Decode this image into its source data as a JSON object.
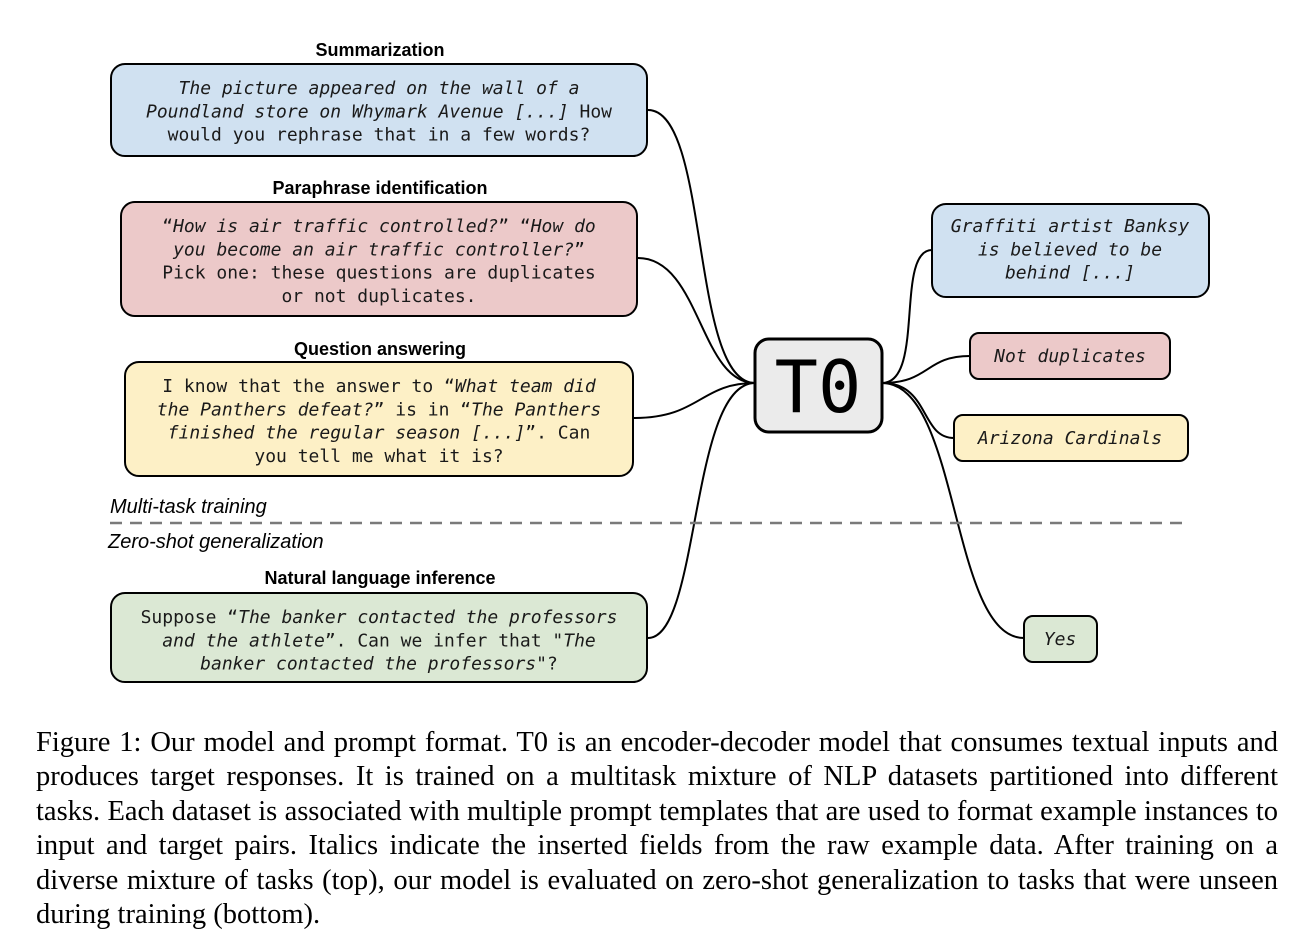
{
  "sections": {
    "training": "Multi-task training",
    "zero_shot": "Zero-shot generalization"
  },
  "model": {
    "name": "T0"
  },
  "inputs": [
    {
      "task": "Summarization",
      "lines": [
        [
          {
            "t": "The picture appeared on the wall of a",
            "i": true
          }
        ],
        [
          {
            "t": "Poundland store on Whymark Avenue [...]",
            "i": true
          },
          {
            "t": " How",
            "i": false
          }
        ],
        [
          {
            "t": "would you rephrase that in a few words?",
            "i": false
          }
        ]
      ],
      "color": "#d0e1f1"
    },
    {
      "task": "Paraphrase identification",
      "lines": [
        [
          {
            "t": "“",
            "i": false
          },
          {
            "t": "How is air traffic controlled?",
            "i": true
          },
          {
            "t": "” “",
            "i": false
          },
          {
            "t": "How do",
            "i": true
          }
        ],
        [
          {
            "t": "you become an air traffic controller?",
            "i": true
          },
          {
            "t": "”",
            "i": false
          }
        ],
        [
          {
            "t": "Pick one: these questions are duplicates",
            "i": false
          }
        ],
        [
          {
            "t": "or not duplicates.",
            "i": false
          }
        ]
      ],
      "color": "#ecc9c9"
    },
    {
      "task": "Question answering",
      "lines": [
        [
          {
            "t": "I know that the answer to “",
            "i": false
          },
          {
            "t": "What team did",
            "i": true
          }
        ],
        [
          {
            "t": "the Panthers defeat?",
            "i": true
          },
          {
            "t": "” is in “",
            "i": false
          },
          {
            "t": "The Panthers",
            "i": true
          }
        ],
        [
          {
            "t": "finished the regular season [...]",
            "i": true
          },
          {
            "t": "”. Can",
            "i": false
          }
        ],
        [
          {
            "t": "you tell me what it is?",
            "i": false
          }
        ]
      ],
      "color": "#fdf0c6"
    },
    {
      "task": "Natural language inference",
      "lines": [
        [
          {
            "t": "Suppose “",
            "i": false
          },
          {
            "t": "The banker contacted the professors",
            "i": true
          }
        ],
        [
          {
            "t": "and the athlete",
            "i": true
          },
          {
            "t": "”. Can we infer that \"",
            "i": false
          },
          {
            "t": "The",
            "i": true
          }
        ],
        [
          {
            "t": "banker contacted the professors",
            "i": true
          },
          {
            "t": "\"?",
            "i": false
          }
        ]
      ],
      "color": "#dbe8d4"
    }
  ],
  "outputs": [
    {
      "lines": [
        "Graffiti artist Banksy",
        "is believed to be",
        "behind [...]"
      ],
      "color": "#d0e1f1"
    },
    {
      "lines": [
        "Not duplicates"
      ],
      "color": "#ecc9c9"
    },
    {
      "lines": [
        "Arizona Cardinals"
      ],
      "color": "#fdf0c6"
    },
    {
      "lines": [
        "Yes"
      ],
      "color": "#dbe8d4"
    }
  ],
  "caption": "Figure 1: Our model and prompt format. T0 is an encoder-decoder model that consumes textual inputs and produces target responses. It is trained on a multitask mixture of NLP datasets partitioned into different tasks. Each dataset is associated with multiple prompt templates that are used to format example instances to input and target pairs. Italics indicate the inserted fields from the raw example data. After training on a diverse mixture of tasks (top), our model is evaluated on zero-shot generalization to tasks that were unseen during training (bottom)."
}
